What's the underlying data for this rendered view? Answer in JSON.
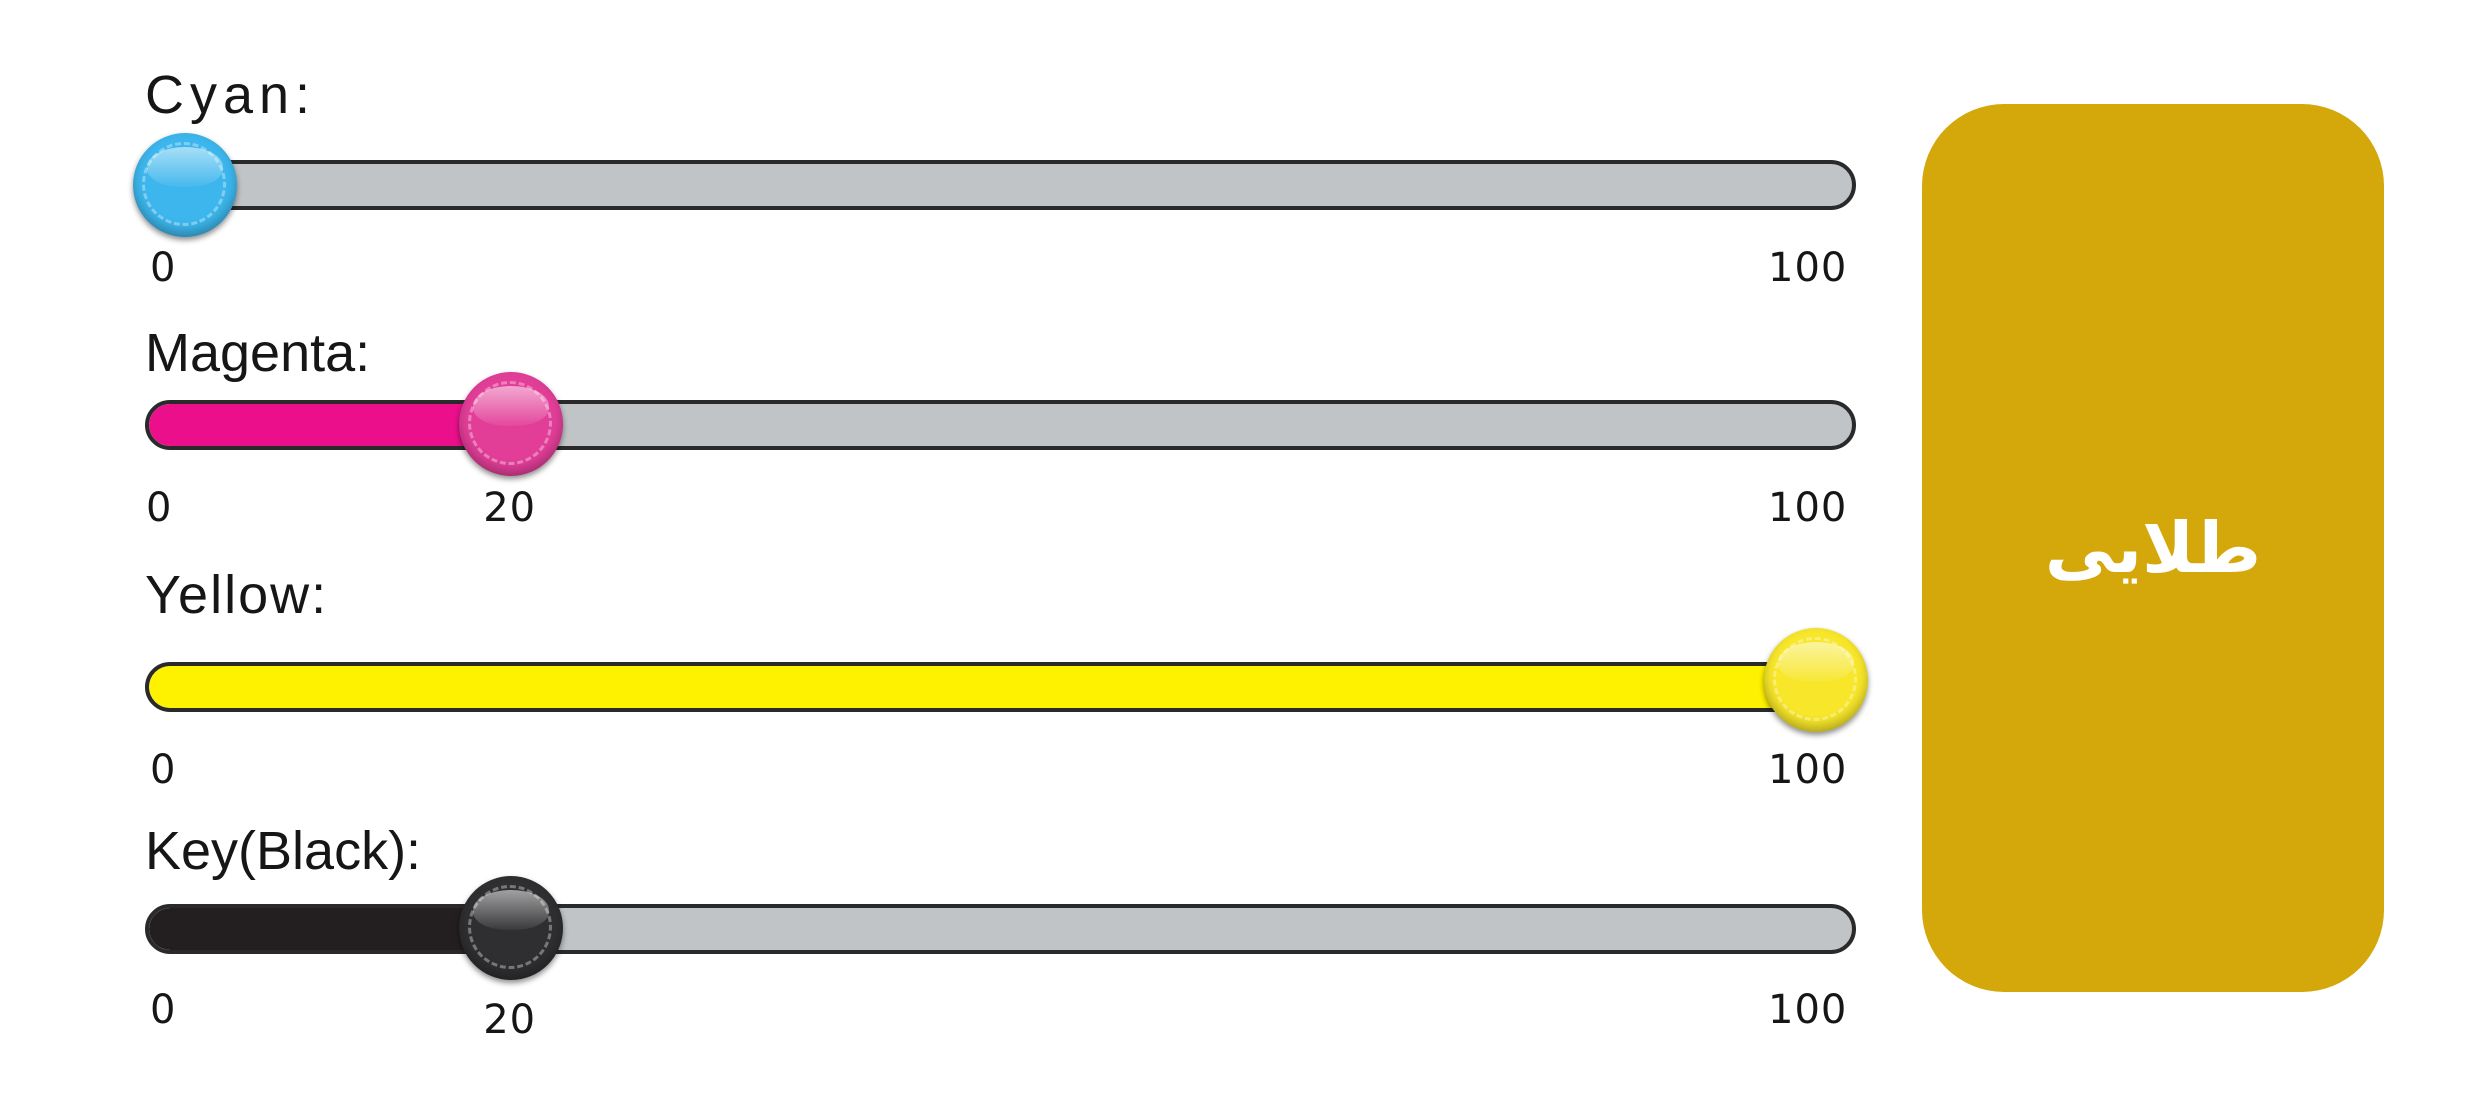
{
  "sliders": [
    {
      "label": "Cyan:",
      "min": "0",
      "max": "100",
      "value": 0,
      "value_label": "",
      "fill_color": "#29a9e1",
      "thumb_color": "#3cb6ec"
    },
    {
      "label": "Magenta:",
      "min": "0",
      "max": "100",
      "value": 20,
      "value_label": "20",
      "fill_color": "#ec0f8c",
      "thumb_color": "#e23e98"
    },
    {
      "label": "Yellow:",
      "min": "0",
      "max": "100",
      "value": 100,
      "value_label": "",
      "fill_color": "#fff200",
      "thumb_color": "#f7e62a"
    },
    {
      "label": "Key(Black):",
      "min": "0",
      "max": "100",
      "value": 20,
      "value_label": "20",
      "fill_color": "#231f20",
      "thumb_color": "#2f2f31"
    }
  ],
  "swatch": {
    "name": "طلایی",
    "color": "#d4a70b"
  },
  "colors": {
    "track": "#c1c4c6",
    "border": "#2a2a2a"
  }
}
